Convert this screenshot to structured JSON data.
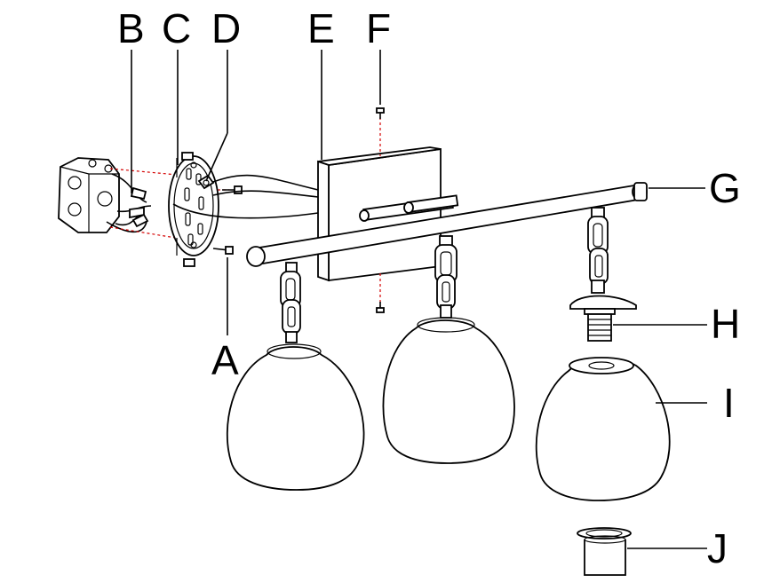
{
  "labels": {
    "a": "A",
    "b": "B",
    "c": "C",
    "d": "D",
    "e": "E",
    "f": "F",
    "g": "G",
    "h": "H",
    "i": "I",
    "j": "J"
  },
  "colors": {
    "line": "#000000",
    "guide": "#d40000",
    "background": "#ffffff"
  }
}
